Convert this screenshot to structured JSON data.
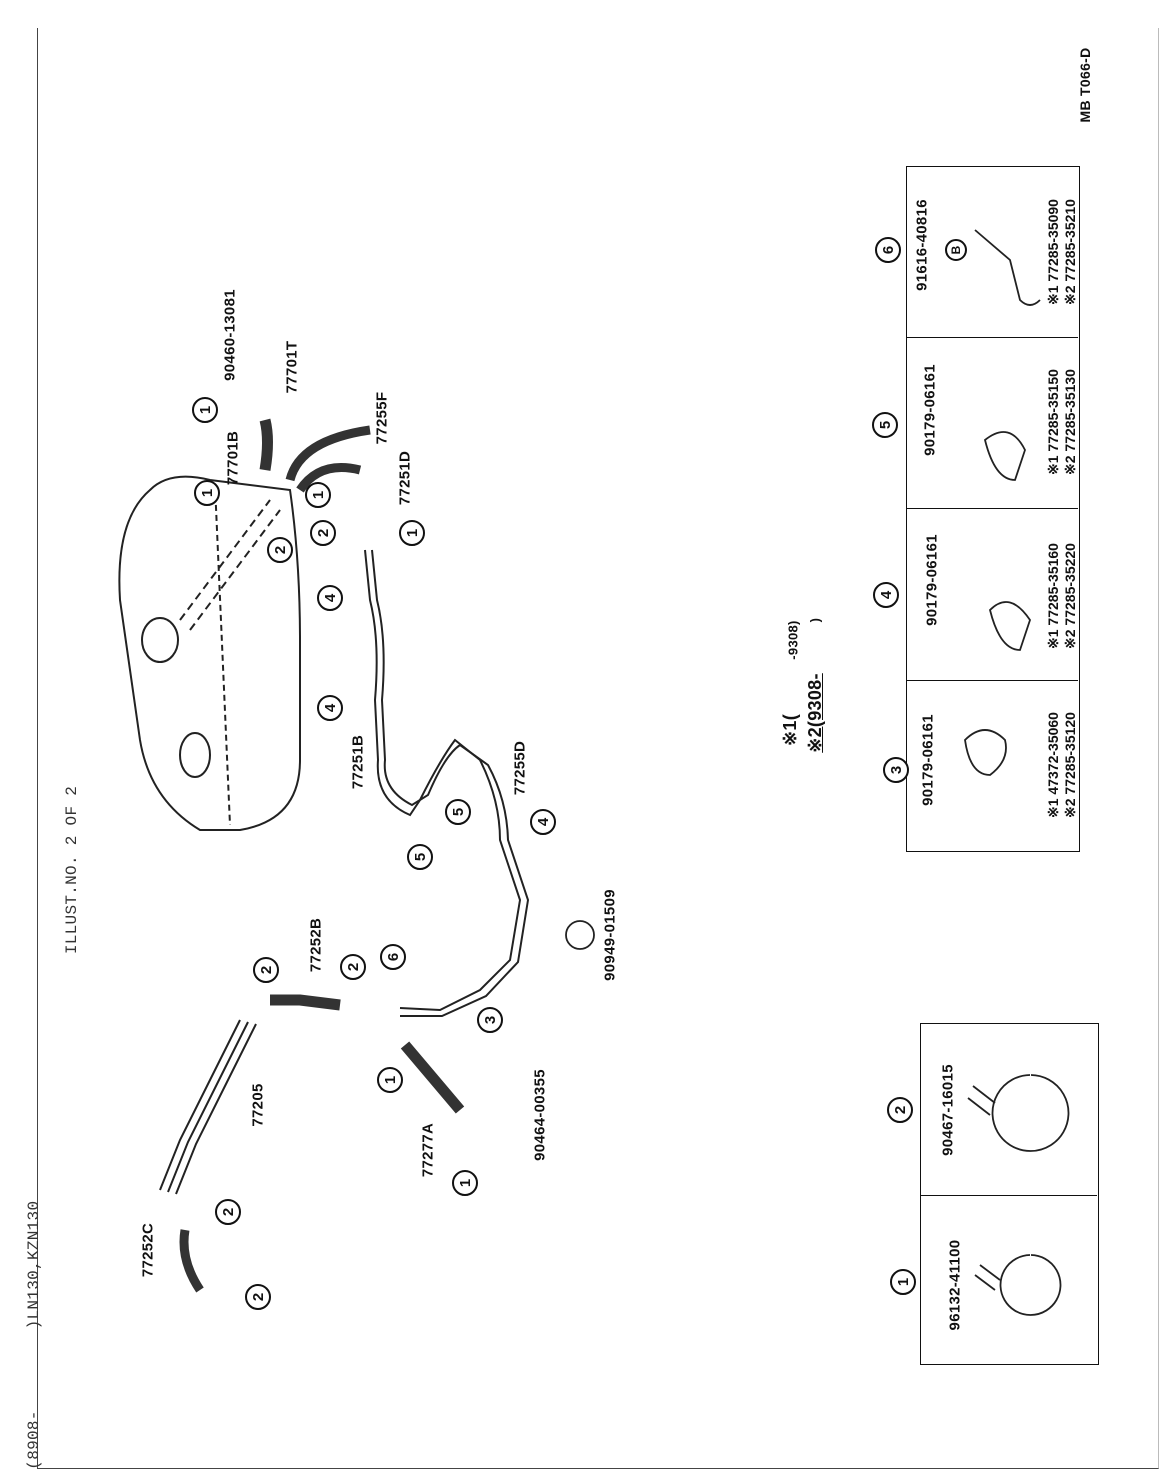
{
  "header": {
    "date_range": "(8908-",
    "models": ")LN130,KZN130",
    "illust_no": "ILLUST.NO. 2 OF 2",
    "code": "MB T066-D"
  },
  "parts": {
    "p90460_13081": "90460-13081",
    "p77701T": "77701T",
    "p77701B": "77701B",
    "p77255F": "77255F",
    "p77251D": "77251D",
    "p77251B": "77251B",
    "p77255D": "77255D",
    "p90949_01509": "90949-01509",
    "p77252B": "77252B",
    "p77205": "77205",
    "p77277A": "77277A",
    "p90464_00355": "90464-00355",
    "p77252C": "77252C"
  },
  "callouts": {
    "c1": "1",
    "c2": "2",
    "c3": "3",
    "c4": "4",
    "c5": "5",
    "c6": "6",
    "cB": "B"
  },
  "legend": {
    "s1": "※1(",
    "s1_range": "-9308)",
    "s2": "※2(9308-",
    "s2_range": ")"
  },
  "detail_boxes": {
    "box1": {
      "number": "1",
      "part": "96132-41100"
    },
    "box2": {
      "number": "2",
      "part": "90467-16015"
    },
    "box3": {
      "number": "3",
      "part": "90179-06161",
      "v1": "※1 47372-35060",
      "v2": "※2 77285-35120"
    },
    "box4": {
      "number": "4",
      "part": "90179-06161",
      "v1": "※1 77285-35160",
      "v2": "※2 77285-35220"
    },
    "box5": {
      "number": "5",
      "part": "90179-06161",
      "v1": "※1 77285-35150",
      "v2": "※2 77285-35130"
    },
    "box6": {
      "number": "6",
      "part": "91616-40816",
      "v1": "※1 77285-35090",
      "v2": "※2 77285-35210"
    }
  }
}
